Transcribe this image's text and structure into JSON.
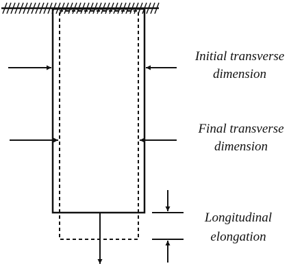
{
  "diagram": {
    "labels": {
      "initial_line1": "Initial transverse",
      "initial_line2": "dimension",
      "final_line1": "Final transverse",
      "final_line2": "dimension",
      "elong_line1": "Longitudinal",
      "elong_line2": "elongation"
    },
    "colors": {
      "stroke": "#111111",
      "background": "#ffffff"
    }
  }
}
